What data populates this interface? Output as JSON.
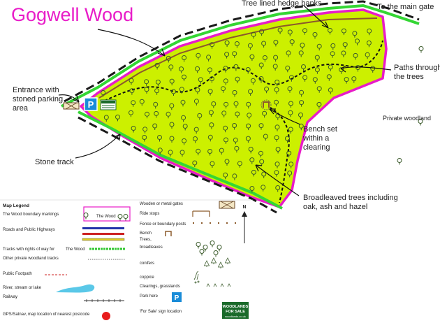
{
  "title": "Gogwell Wood",
  "labels": {
    "hedge_banks": "Tree lined hedge banks",
    "main_gate": "To the main gate",
    "paths": [
      "Paths through",
      "the trees"
    ],
    "private_woodland": "Private woodland",
    "entrance": [
      "Entrance with",
      "stoned parking",
      "area"
    ],
    "bench": [
      "Bench set",
      "within a",
      "clearing"
    ],
    "stone_track": "Stone track",
    "broadleaved": [
      "Broadleaved trees including",
      "oak, ash and hazel"
    ]
  },
  "parking_letter": "P",
  "sign": {
    "line1": "WOODLANDS",
    "line2": "FOR SALE",
    "line3": "woodlands.co.uk"
  },
  "legend": {
    "title": "Map Legend",
    "boundary_box": "The Wood",
    "left": [
      "The Wood boundary markings",
      "Roads and Public Highways",
      "Tracks with rights of way for",
      "Other private woodland tracks",
      "Public Footpath",
      "River, stream or lake",
      "Railway",
      "GPS/Satnav, map location of nearest postcode"
    ],
    "tracks_inline": "The Wood",
    "right": [
      "Wooden or metal gates",
      "Ride stops",
      "Fence or boundary posts",
      "Bench",
      "Trees,",
      "broadleaves",
      "conifers",
      "coppice",
      "Clearings, grasslands",
      "Park here",
      "'For Sale'  sign location"
    ],
    "compass": "N"
  },
  "colors": {
    "wood_fill": "#ccf000",
    "boundary": "#e81cc8",
    "hedge_green": "#34d634",
    "hedge_dash": "#1a1a1a",
    "track_brown": "#8b5a2b",
    "title": "#e81cc8",
    "tree": "#3a5a2a",
    "parking": "#1a8cd8"
  }
}
